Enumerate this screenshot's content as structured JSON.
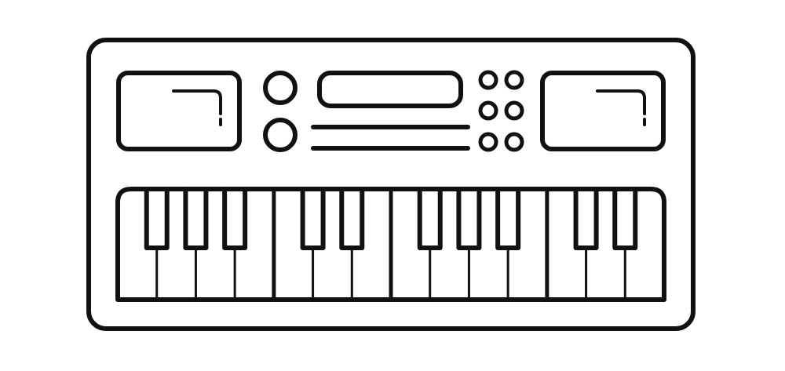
{
  "colors": {
    "background": "#ffffff",
    "line": "#111111"
  },
  "icon": {
    "name": "electronic-keyboard-icon"
  },
  "keyboard": {
    "white_key_count": 14,
    "black_key_pattern": [
      1,
      1,
      1,
      0,
      1,
      1,
      0,
      1,
      1,
      1,
      0,
      1,
      1
    ]
  },
  "controls": {
    "left_knob_count": 2,
    "small_button_count": 6
  }
}
